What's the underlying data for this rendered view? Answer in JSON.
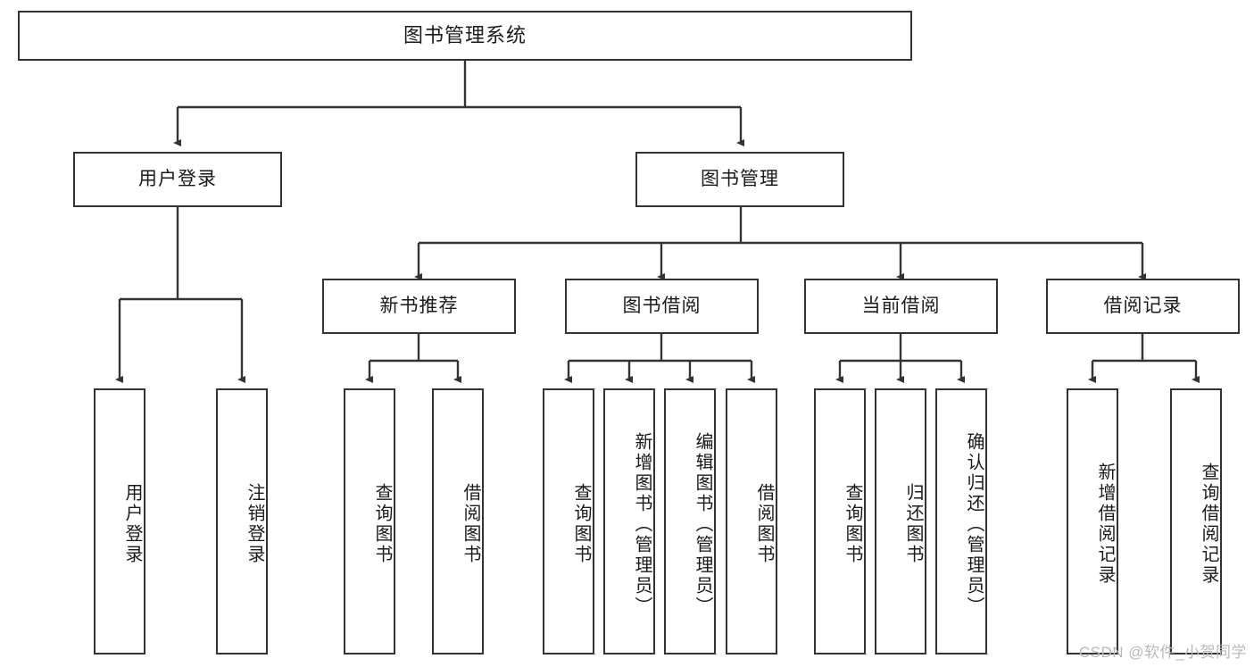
{
  "diagram": {
    "title": "图书管理系统",
    "type": "functional-structure-tree",
    "watermark": "CSDN @软件_小贺同学",
    "colors": {
      "node_border": "#333333",
      "node_fill": "#ffffff",
      "edge": "#333333",
      "text": "#1a1a1a",
      "watermark": "#b9b9b9"
    },
    "root": {
      "label": "图书管理系统"
    },
    "level2": [
      {
        "id": "user-login",
        "label": "用户登录"
      },
      {
        "id": "book-management",
        "label": "图书管理"
      }
    ],
    "level3": [
      {
        "id": "new-book-recommend",
        "label": "新书推荐",
        "parent": "book-management"
      },
      {
        "id": "book-borrow",
        "label": "图书借阅",
        "parent": "book-management"
      },
      {
        "id": "current-borrow",
        "label": "当前借阅",
        "parent": "book-management"
      },
      {
        "id": "borrow-record",
        "label": "借阅记录",
        "parent": "book-management"
      }
    ],
    "leaves": [
      {
        "id": "leaf-user-login",
        "label": "用户登录",
        "parent": "user-login"
      },
      {
        "id": "leaf-logout-login",
        "label": "注销登录",
        "parent": "user-login"
      },
      {
        "id": "leaf-query-book-1",
        "label": "查询图书",
        "parent": "new-book-recommend"
      },
      {
        "id": "leaf-borrow-book-1",
        "label": "借阅图书",
        "parent": "new-book-recommend"
      },
      {
        "id": "leaf-query-book-2",
        "label": "查询图书",
        "parent": "book-borrow"
      },
      {
        "id": "leaf-add-book",
        "label": "新增图书（管理员）",
        "parent": "book-borrow"
      },
      {
        "id": "leaf-edit-book",
        "label": "编辑图书（管理员）",
        "parent": "book-borrow"
      },
      {
        "id": "leaf-borrow-book-2",
        "label": "借阅图书",
        "parent": "book-borrow"
      },
      {
        "id": "leaf-query-book-3",
        "label": "查询图书",
        "parent": "current-borrow"
      },
      {
        "id": "leaf-return-book",
        "label": "归还图书",
        "parent": "current-borrow"
      },
      {
        "id": "leaf-confirm-return",
        "label": "确认归还（管理员）",
        "parent": "current-borrow"
      },
      {
        "id": "leaf-add-record",
        "label": "新增借阅记录",
        "parent": "borrow-record"
      },
      {
        "id": "leaf-query-record",
        "label": "查询借阅记录",
        "parent": "borrow-record"
      }
    ]
  }
}
